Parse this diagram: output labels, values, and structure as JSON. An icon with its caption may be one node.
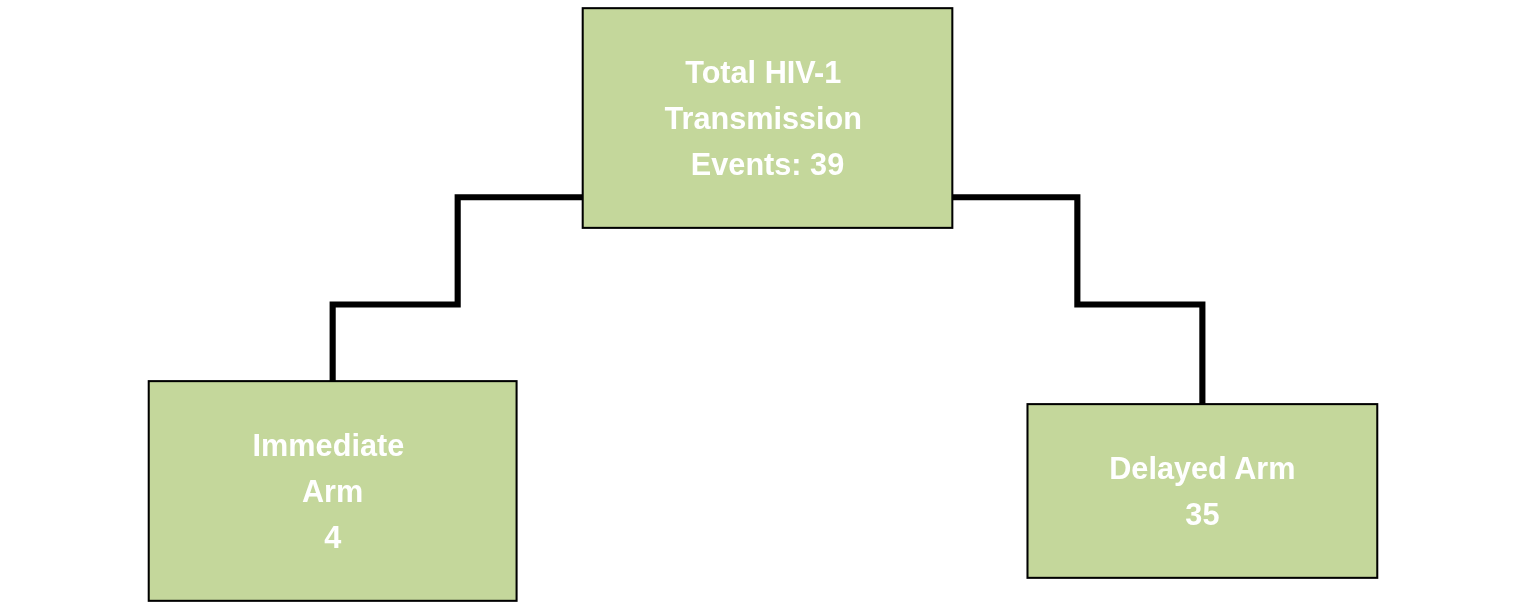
{
  "diagram": {
    "nodes": [
      {
        "text": [
          "Total HIV-1 Transmission Events: 39"
        ]
      },
      {
        "text": [
          "Immediate Arm",
          "4"
        ]
      },
      {
        "text": [
          "Delayed Arm",
          "35"
        ]
      }
    ],
    "edges": [
      {
        "from": 0,
        "to": 1,
        "arrow": "none"
      },
      {
        "from": 0,
        "to": 2,
        "arrow": "none"
      }
    ]
  }
}
